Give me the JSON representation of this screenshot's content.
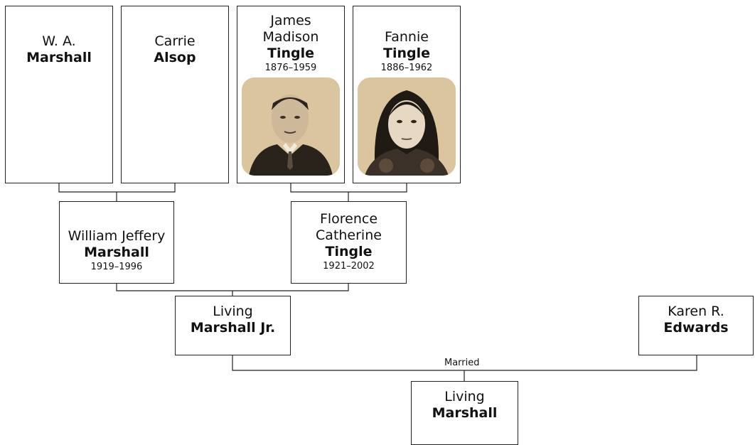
{
  "people": {
    "wa_marshall": {
      "first": "W. A.",
      "last": "Marshall",
      "dates": ""
    },
    "carrie_alsop": {
      "first": "Carrie",
      "last": "Alsop",
      "dates": ""
    },
    "james_tingle": {
      "first": "James Madison",
      "last": "Tingle",
      "dates": "1876–1959"
    },
    "fannie_tingle": {
      "first": "Fannie",
      "last": "Tingle",
      "dates": "1886–1962"
    },
    "william_marshall": {
      "first": "William Jeffery",
      "last": "Marshall",
      "dates": "1919–1996"
    },
    "florence_tingle": {
      "first": "Florence Catherine",
      "last": "Tingle",
      "dates": "1921–2002"
    },
    "living_jr": {
      "first": "Living",
      "last": "Marshall Jr.",
      "dates": ""
    },
    "karen_edwards": {
      "first": "Karen R.",
      "last": "Edwards",
      "dates": ""
    },
    "living_marshall": {
      "first": "Living",
      "last": "Marshall",
      "dates": ""
    }
  },
  "married_label": "Married",
  "colors": {
    "line": "#222222",
    "photo_bg": "#e8d6b3"
  },
  "icons": {
    "portrait": "portrait-photo"
  }
}
